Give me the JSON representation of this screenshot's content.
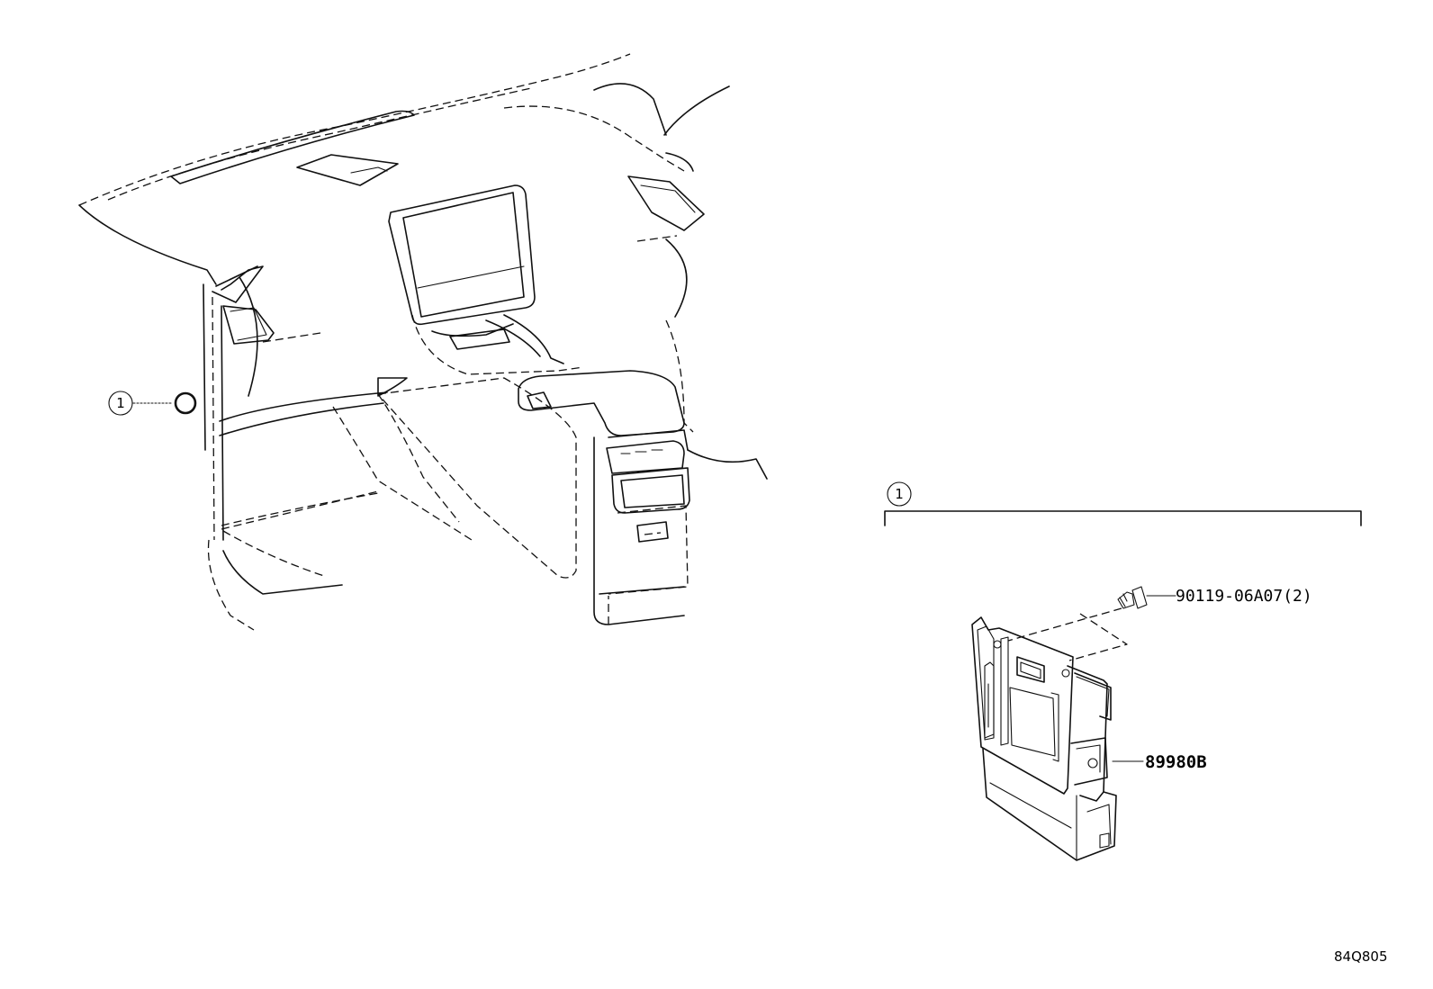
{
  "callouts": {
    "interior_ref_number": "1",
    "group_ref_number": "1"
  },
  "parts": {
    "bolt_label": "90119-06A07(2)",
    "module_label": "89980B"
  },
  "diagram_id": "84Q805"
}
